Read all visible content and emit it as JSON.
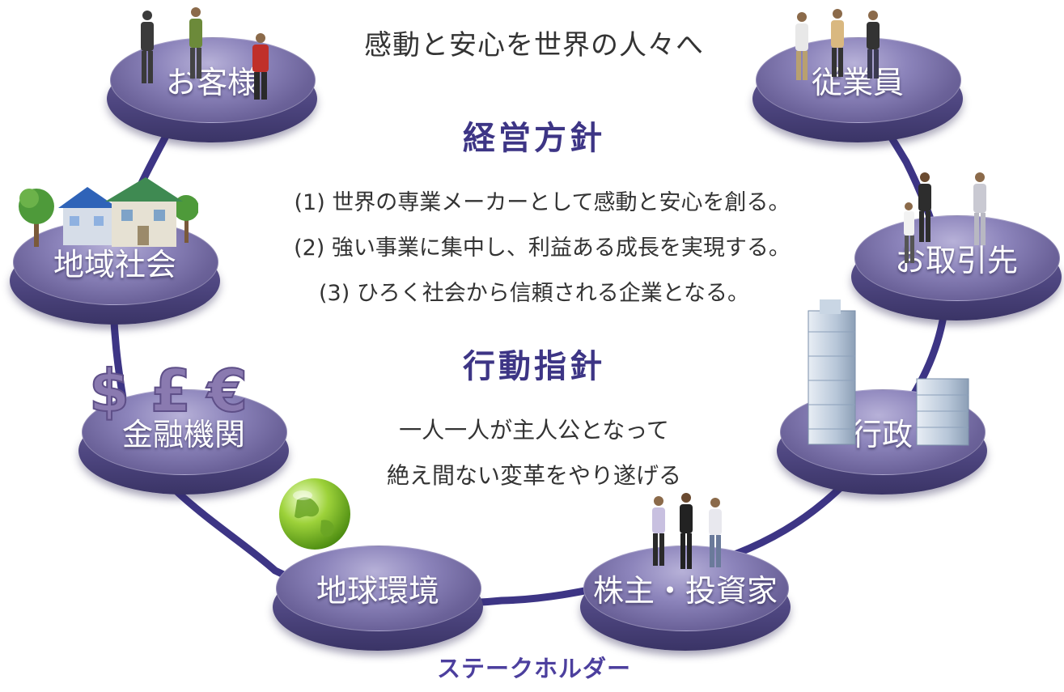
{
  "philosophy": "感動と安心を世界の人々へ",
  "policy": {
    "title": "経営方針",
    "items": [
      "(1) 世界の専業メーカーとして感動と安心を創る。",
      "(2) 強い事業に集中し、利益ある成長を実現する。",
      "(3) ひろく社会から信頼される企業となる。"
    ]
  },
  "action": {
    "title": "行動指針",
    "lines": [
      "一人一人が主人公となって",
      "絶え間ない変革をやり遂げる"
    ]
  },
  "stakeholders": {
    "caption": "ステークホルダー",
    "nodes": [
      {
        "label": "お客様",
        "icon": "people-icon"
      },
      {
        "label": "従業員",
        "icon": "people-icon"
      },
      {
        "label": "地域社会",
        "icon": "houses-icon"
      },
      {
        "label": "お取引先",
        "icon": "people-icon"
      },
      {
        "label": "金融機関",
        "icon": "currency-icon"
      },
      {
        "label": "行政",
        "icon": "buildings-icon"
      },
      {
        "label": "地球環境",
        "icon": "globe-icon"
      },
      {
        "label": "株主・投資家",
        "icon": "people-icon"
      }
    ],
    "currency_symbols": [
      "$",
      "£",
      "€"
    ]
  },
  "colors": {
    "ring": "#3d3585",
    "disc_top": "#8c84bb",
    "disc_side": "#4e4680",
    "title": "#3d3585",
    "caption": "#4c3f9e",
    "text": "#333333"
  }
}
